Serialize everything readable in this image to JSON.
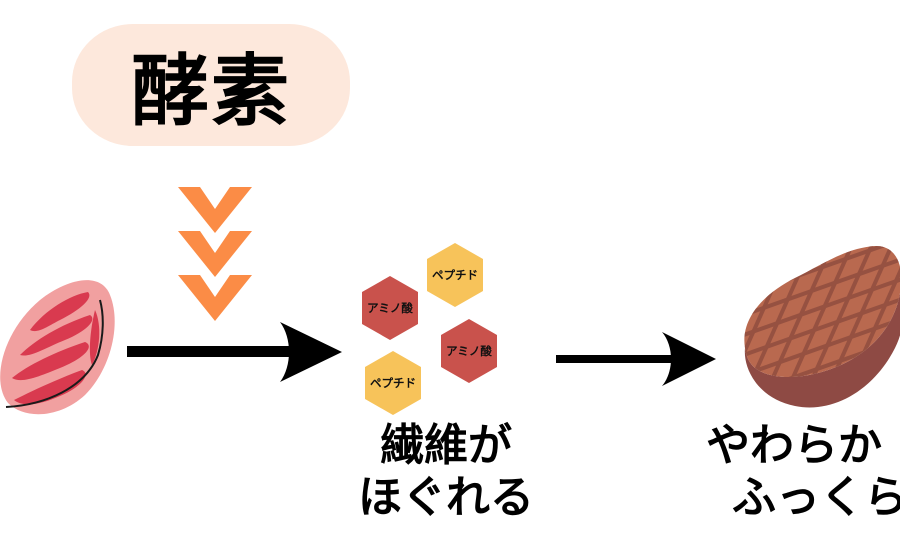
{
  "enzyme": {
    "label": "酵素",
    "pill_color": "#fde8dc"
  },
  "chevrons": {
    "count": 3,
    "color": "#fb8c46",
    "direction": "down"
  },
  "raw_meat": {
    "description": "raw marbled steak",
    "colors": {
      "fat": "#f1a0a0",
      "lean": "#d93a4f",
      "edge": "#1a1a1a"
    }
  },
  "arrows": [
    {
      "name": "arrow-raw-to-breakdown",
      "color": "#000000"
    },
    {
      "name": "arrow-breakdown-to-cooked",
      "color": "#000000"
    }
  ],
  "hexagons": [
    {
      "label": "ペプチド",
      "type": "peptide",
      "color": "#f7c35a"
    },
    {
      "label": "アミノ酸",
      "type": "amino-acid",
      "color": "#c9524c"
    },
    {
      "label": "アミノ酸",
      "type": "amino-acid",
      "color": "#c9524c"
    },
    {
      "label": "ペプチド",
      "type": "peptide",
      "color": "#f7c35a"
    }
  ],
  "captions": {
    "middle": {
      "line1": "繊維が",
      "line2": "ほぐれる"
    },
    "right": {
      "line1": "やわらか",
      "line2": "ふっくら"
    }
  },
  "cooked_meat": {
    "description": "grilled steak with grill marks",
    "colors": {
      "top": "#b9694f",
      "side": "#8e4a44",
      "grill": "#8b4a3c"
    }
  }
}
